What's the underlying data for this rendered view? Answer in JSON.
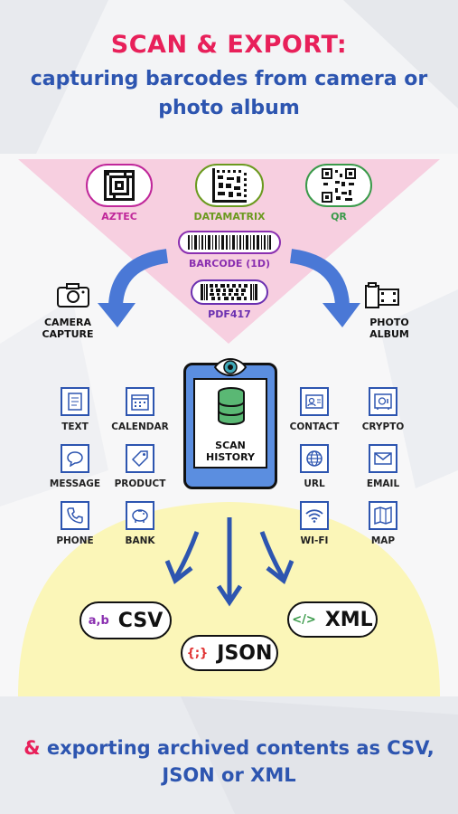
{
  "header": {
    "title": "SCAN & EXPORT:",
    "subtitle": "capturing barcodes from camera or photo album"
  },
  "codes": [
    {
      "label": "AZTEC",
      "color": "#c0279a"
    },
    {
      "label": "DATAMATRIX",
      "color": "#6b9a1f"
    },
    {
      "label": "QR",
      "color": "#3a9a4a"
    },
    {
      "label": "BARCODE (1D)",
      "color": "#8a2fb0"
    },
    {
      "label": "PDF417",
      "color": "#6a2fb0"
    }
  ],
  "sources": {
    "camera": "CAMERA CAPTURE",
    "photo": "PHOTO ALBUM"
  },
  "center": {
    "label": "SCAN HISTORY"
  },
  "content_types_left": [
    {
      "label": "TEXT",
      "icon": "document-icon"
    },
    {
      "label": "CALENDAR",
      "icon": "calendar-icon"
    },
    {
      "label": "MESSAGE",
      "icon": "speech-bubble-icon"
    },
    {
      "label": "PRODUCT",
      "icon": "tag-icon"
    },
    {
      "label": "PHONE",
      "icon": "phone-icon"
    },
    {
      "label": "BANK",
      "icon": "piggy-bank-icon"
    }
  ],
  "content_types_right": [
    {
      "label": "CONTACT",
      "icon": "contact-card-icon"
    },
    {
      "label": "CRYPTO",
      "icon": "safe-icon"
    },
    {
      "label": "URL",
      "icon": "globe-icon"
    },
    {
      "label": "EMAIL",
      "icon": "envelope-icon"
    },
    {
      "label": "WI-FI",
      "icon": "wifi-icon"
    },
    {
      "label": "MAP",
      "icon": "map-icon"
    }
  ],
  "exports": {
    "csv": {
      "label": "CSV",
      "icon_text": "a,b",
      "icon_color": "#8a2fb0"
    },
    "json": {
      "label": "JSON",
      "icon_text": "{;}",
      "icon_color": "#e03030"
    },
    "xml": {
      "label": "XML",
      "icon_text": "</>",
      "icon_color": "#3a9a4a"
    }
  },
  "footer": {
    "amp": "&",
    "text": "exporting archived contents as CSV, JSON or XML"
  },
  "colors": {
    "accent_pink": "#e8205a",
    "accent_blue": "#2d55b0",
    "arrow_blue": "#4a78d6",
    "triangle_pink": "#f7cfe0",
    "dome_yellow": "#fbf6b8"
  }
}
